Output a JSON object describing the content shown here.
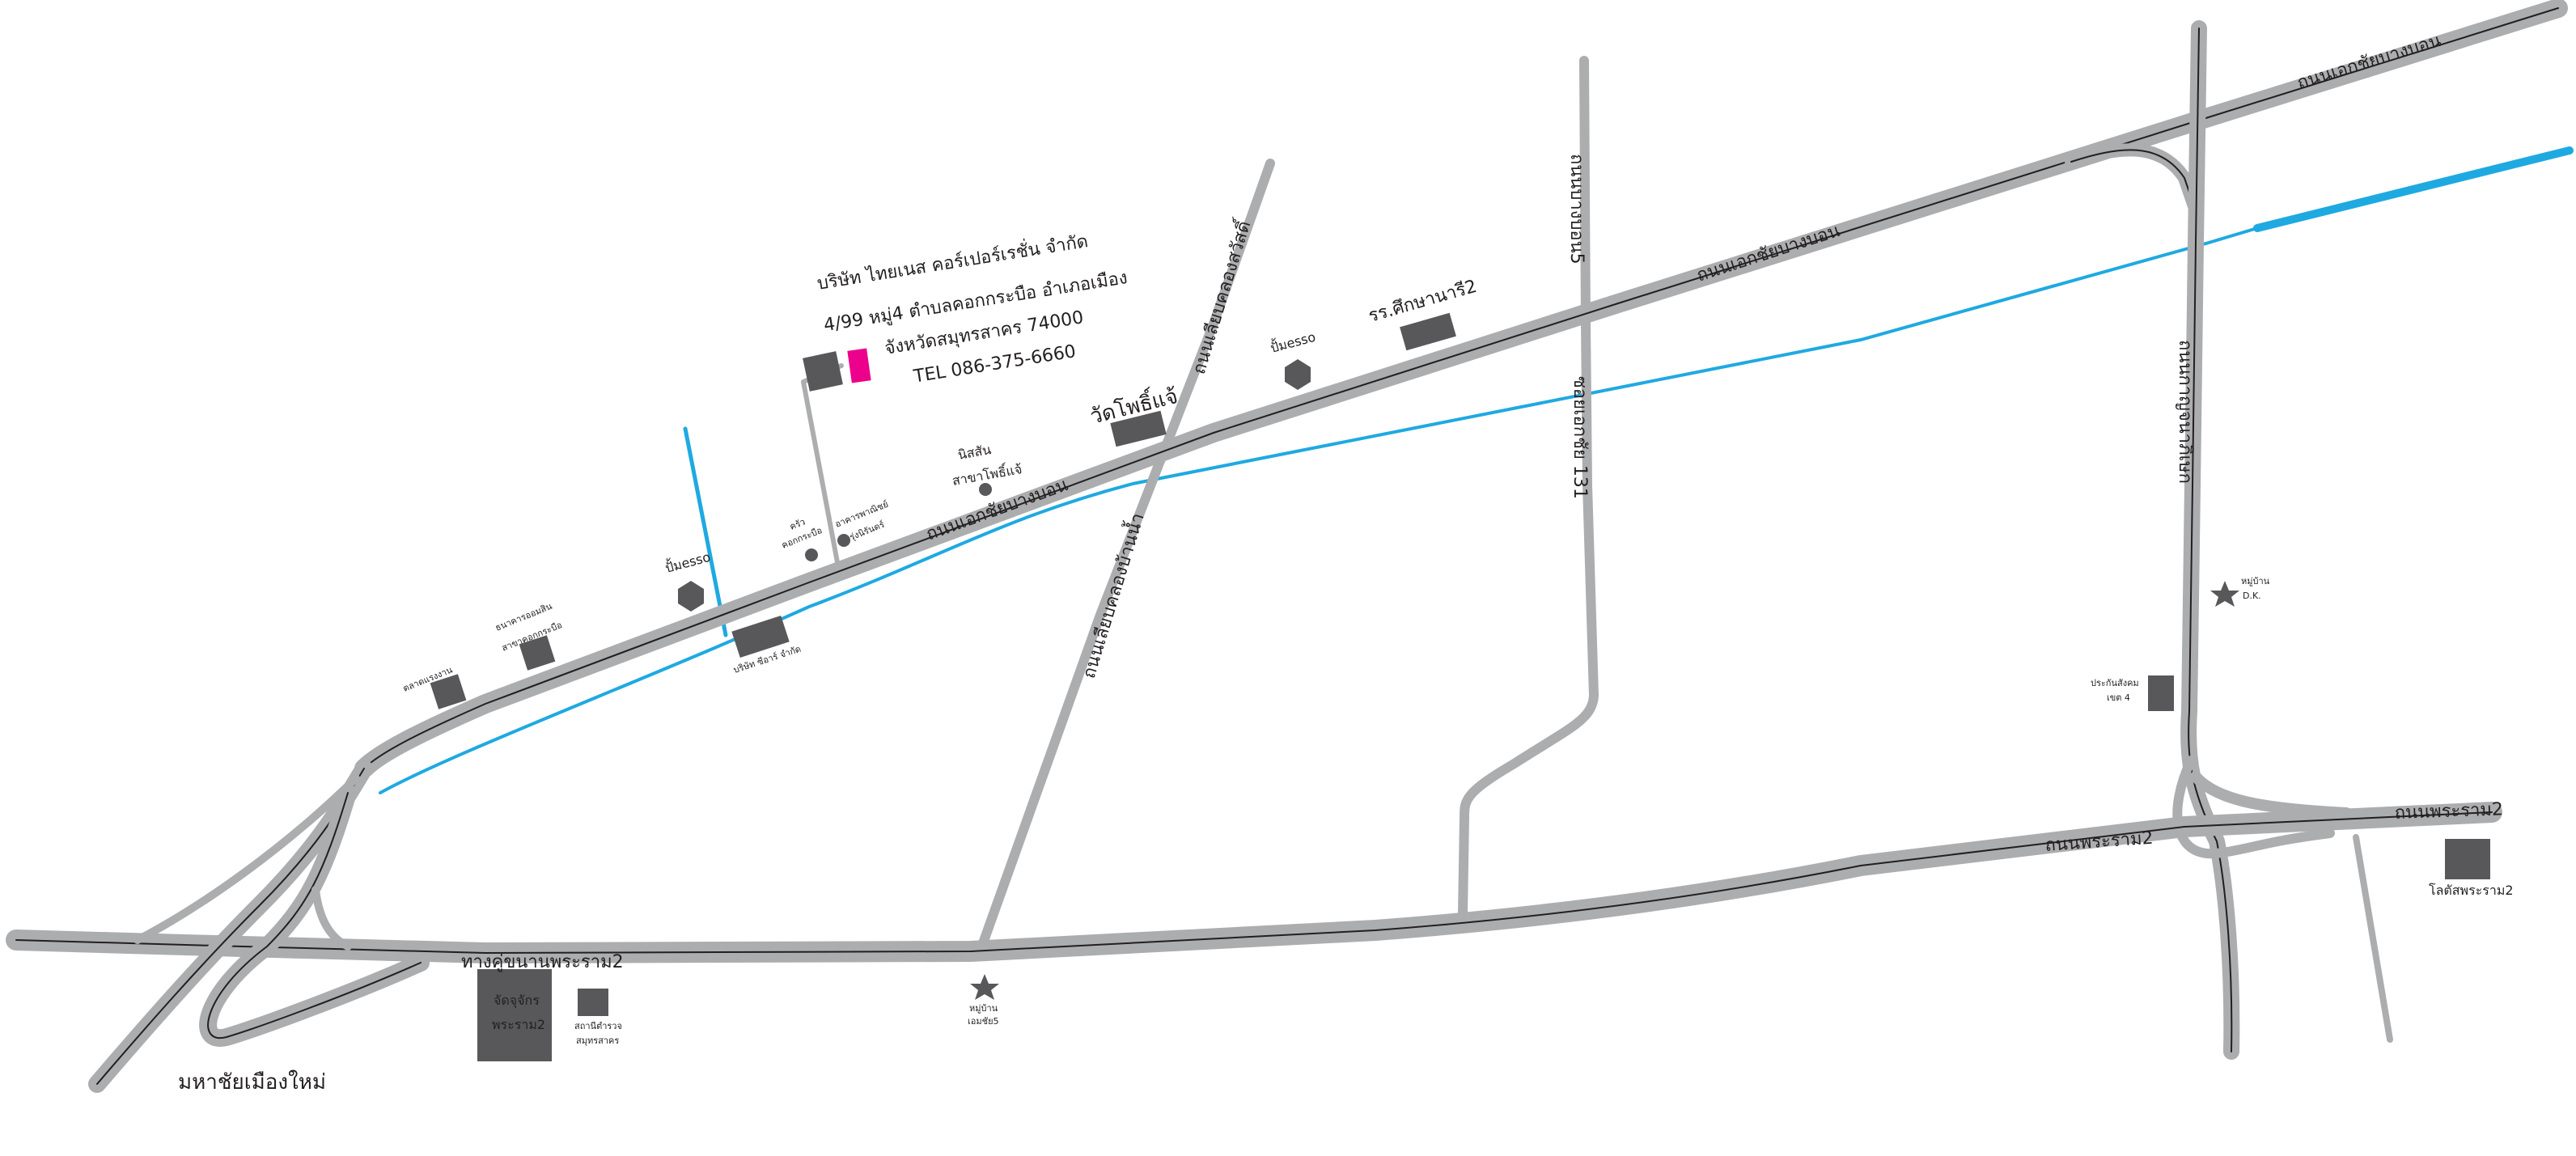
{
  "company": {
    "name": "บริษัท ไทยเนส คอร์เปอร์เรชั่น จำกัด",
    "address_line1": "4/99 หมู่4 ตำบลคอกกระบือ อำเภอเมือง",
    "address_line2": "จังหวัดสมุทรสาคร 74000",
    "phone": "TEL 086-375-6660"
  },
  "roads": {
    "ekkachai_1": "ถนนเอกชัยบางบอน",
    "ekkachai_2": "ถนนเอกชัยบางบอน",
    "ekkachai_3": "ถนนเอกชัยบางบอน",
    "frontage_rama2": "ทางคู่ขนานพระราม2",
    "rama2_a": "ถนนพระราม2",
    "rama2_b": "ถนนพระราม2",
    "bang_bon_5": "ถนนบางบอน5",
    "soi_ekkachai_131": "ซอยเอกชัย 131",
    "kanchanaphisek": "ถนนกาญจนาภิเษก",
    "khlong_sawasdee": "ถนนเลียบคลองสวัสดิ์",
    "khlong_ban_nam": "ถนนเลียบคลองบ้านน้ำ",
    "mahachai": "มหาชัยเมืองใหม่"
  },
  "landmarks": {
    "wat_phochae": "วัดโพธิ์แจ้",
    "school_2": "รร.ศึกษานารี2",
    "esso_1": "ปั้มesso",
    "esso_2": "ปั้มesso",
    "market": "ตลาดแรงงาน",
    "bank_line1": "ธนาคารออมสิน",
    "bank_line2": "สาขาคอกกระบือ",
    "sales_line1": "อาคารพาณิชย์",
    "sales_line2": "รุ่งนิรันดร์",
    "ptt_line1": "ครัว",
    "ptt_line2": "คอกกระบือ",
    "nissan_line1": "นิสสัน",
    "nissan_line2": "สาขาโพธิ์แจ้",
    "factory": "บริษัท ซีอาร์ จำกัด",
    "checkpoint_line1": "จัดจุจักร",
    "checkpoint_line2": "พระราม2",
    "police_line1": "สถานีตำรวจ",
    "police_line2": "สมุทรสาคร",
    "village_1_line1": "หมู่บ้าน",
    "village_1_line2": "เอมชัย5",
    "village_2_line1": "หมู่บ้าน",
    "village_2_line2": "D.K.",
    "insurance_line1": "ประกันสังคม",
    "insurance_line2": "เขต 4",
    "lotus": "โลตัสพระราม2"
  },
  "colors": {
    "road": "#acadaf",
    "centerline": "#231f20",
    "canal": "#1fa9e1",
    "building": "#58585a",
    "company_marker": "#ec008c"
  }
}
